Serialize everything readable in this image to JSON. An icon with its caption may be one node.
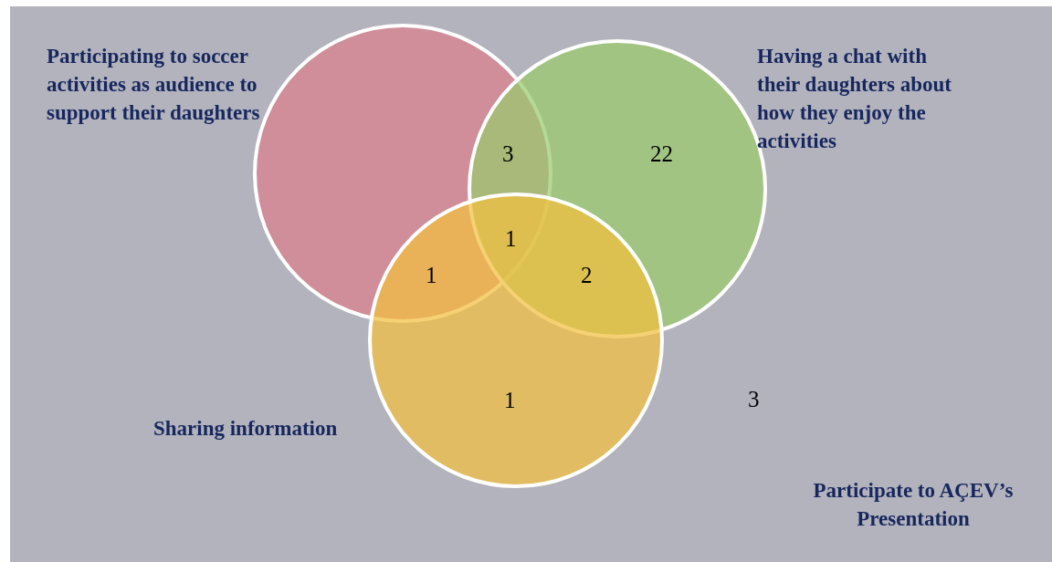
{
  "diagram": {
    "nodes": [
      {
        "text": [
          "Participating to soccer activities as audience to support their daughters"
        ]
      },
      {
        "text": [
          "Having a chat with their daughters about how they enjoy the activities"
        ]
      },
      {
        "text": [
          "Sharing information"
        ]
      }
    ],
    "labels": [
      "3",
      "22",
      "1",
      "1",
      "2",
      "1",
      "3",
      "Participate to AÇEV’s Presentation"
    ]
  }
}
